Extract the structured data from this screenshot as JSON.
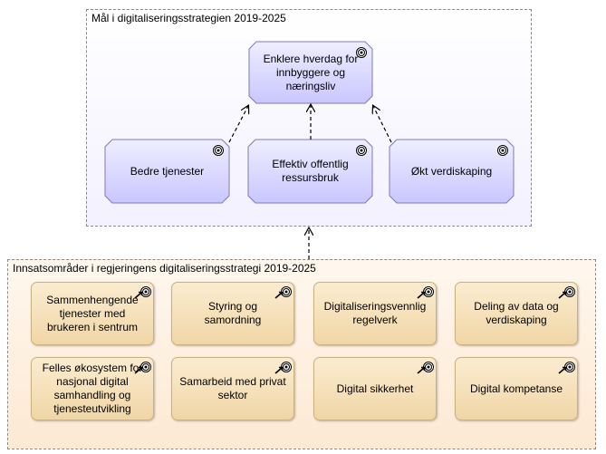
{
  "goals_group": {
    "title": "Mål i digitaliseringsstrategien 2019-2025",
    "main_goal": "Enklere hverdag for innbyggere og næringsliv",
    "sub_goals": [
      "Bedre tjenester",
      "Effektiv offentlig ressursbruk",
      "Økt verdiskaping"
    ]
  },
  "focus_group": {
    "title": "Innsatsområder i regjeringens digitaliseringsstrategi 2019-2025",
    "areas": [
      "Sammenhengende tjenester med brukeren i sentrum",
      "Styring og samordning",
      "Digitaliseringsvennlig regelverk",
      "Deling av data og verdiskaping",
      "Felles økosystem for nasjonal digital samhandling og tjenesteutvikling",
      "Samarbeid med privat sektor",
      "Digital sikkerhet",
      "Digital kompetanse"
    ]
  },
  "colors": {
    "goal_fill": "#c9c6ff",
    "area_fill": "#f0d6a6",
    "connector": "#000000"
  },
  "icons": {
    "goal": "target-icon",
    "area": "outcome-icon"
  }
}
